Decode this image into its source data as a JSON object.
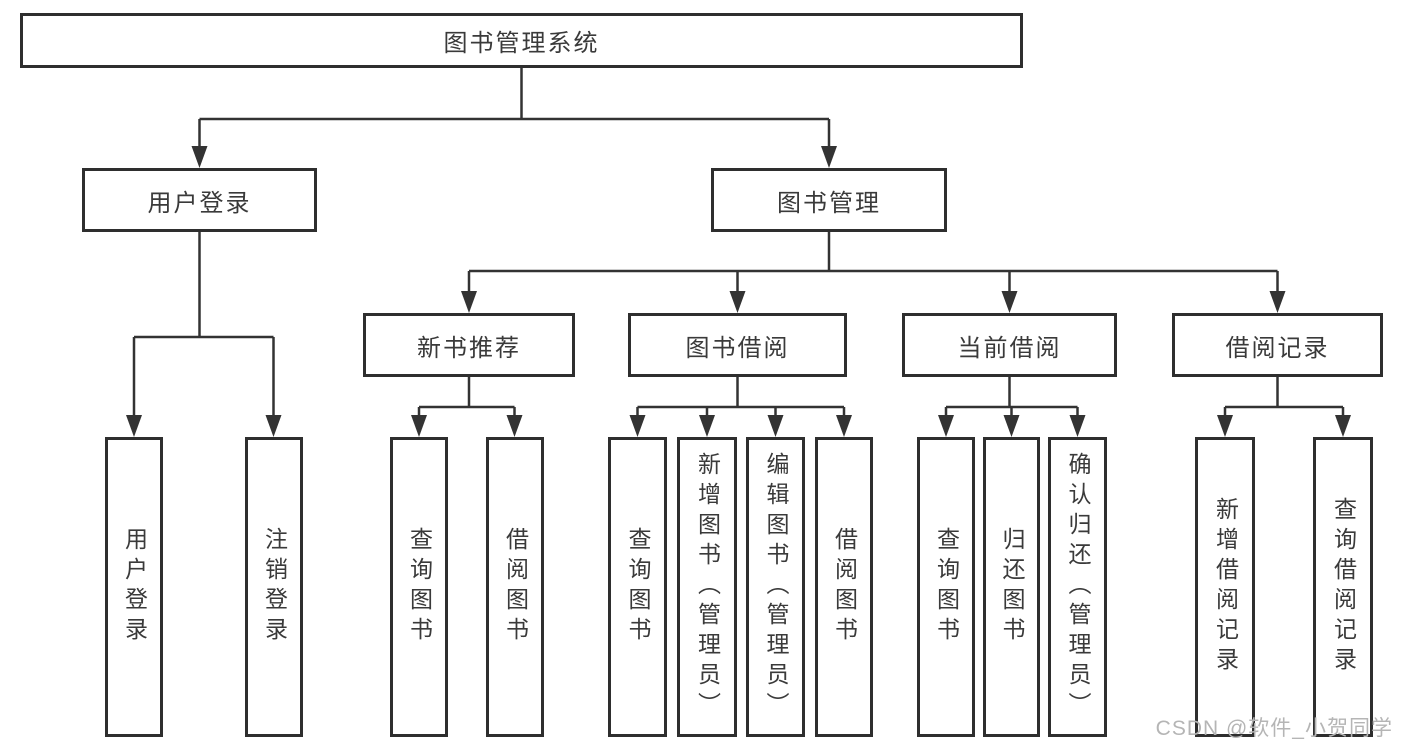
{
  "watermark": "CSDN @软件_小贺同学",
  "colors": {
    "line": "#333333",
    "box_border": "#2e2e2e",
    "text": "#3a3a3a",
    "watermark": "#b5b5b5",
    "background": "#ffffff"
  },
  "tree": {
    "label": "图书管理系统",
    "children": [
      {
        "label": "用户登录",
        "children": [
          {
            "label": "用户登录"
          },
          {
            "label": "注销登录"
          }
        ]
      },
      {
        "label": "图书管理",
        "children": [
          {
            "label": "新书推荐",
            "children": [
              {
                "label": "查询图书"
              },
              {
                "label": "借阅图书"
              }
            ]
          },
          {
            "label": "图书借阅",
            "children": [
              {
                "label": "查询图书"
              },
              {
                "label": "新增图书（管理员）"
              },
              {
                "label": "编辑图书（管理员）"
              },
              {
                "label": "借阅图书"
              }
            ]
          },
          {
            "label": "当前借阅",
            "children": [
              {
                "label": "查询图书"
              },
              {
                "label": "归还图书"
              },
              {
                "label": "确认归还（管理员）"
              }
            ]
          },
          {
            "label": "借阅记录",
            "children": [
              {
                "label": "新增借阅记录"
              },
              {
                "label": "查询借阅记录"
              }
            ]
          }
        ]
      }
    ]
  }
}
